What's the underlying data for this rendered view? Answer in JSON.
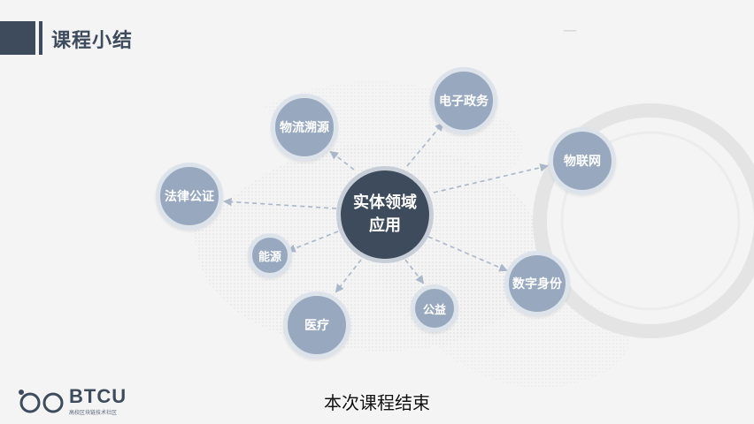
{
  "slide": {
    "title": "课程小结",
    "watermark": "一                "
  },
  "diagram": {
    "center": [
      "实体领域",
      "应用"
    ],
    "nodes": [
      "物流溯源",
      "电子政务",
      "物联网",
      "法律公证",
      "能源",
      "数字身份",
      "医疗",
      "公益"
    ]
  },
  "logo": {
    "name": "BTCU",
    "subtitle": "高校区块链技术社区"
  },
  "caption": "本次课程结束",
  "colors": {
    "dark": "#3d4b5c",
    "node": "#98a9bf",
    "ring": "#dde3ea",
    "arrow": "#a9b7c8"
  }
}
